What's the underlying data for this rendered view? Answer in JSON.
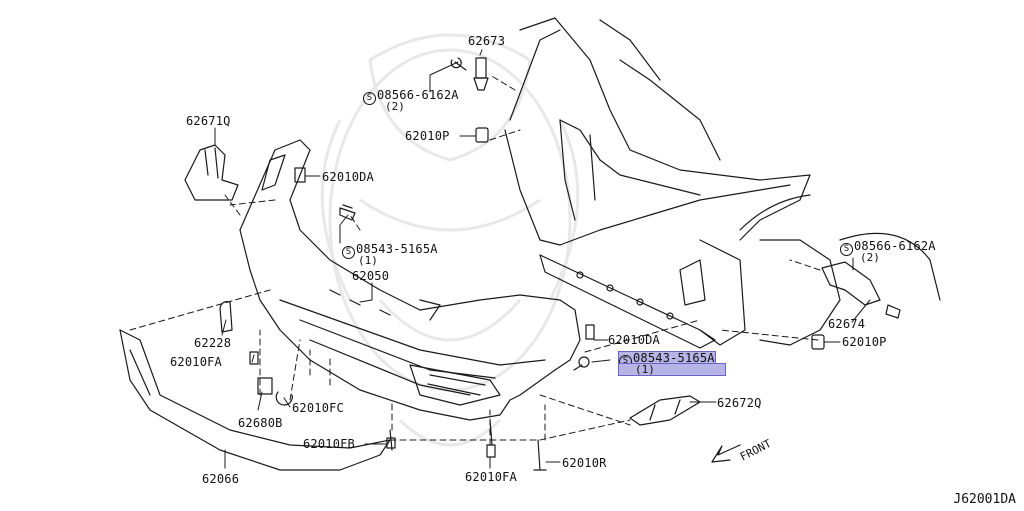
{
  "diagram_id": "J62001DA",
  "front_label": "FRONT",
  "bolt_symbol": "S",
  "colors": {
    "line": "#1a1a1a",
    "watermark": "#e6e6e6",
    "highlight": "#b8b4e6"
  },
  "parts": {
    "p62673": "62673",
    "p08566_top": "08566-6162A",
    "p08566_top_qty": "(2)",
    "p62010P_top": "62010P",
    "p62671Q": "62671Q",
    "p62010DA_top": "62010DA",
    "p08543_left": "08543-5165A",
    "p08543_left_qty": "(1)",
    "p62050": "62050",
    "p62228": "62228",
    "p62010FA_left": "62010FA",
    "p62680B": "62680B",
    "p62010FC": "62010FC",
    "p62010FB": "62010FB",
    "p62066": "62066",
    "p62010FA_bottom": "62010FA",
    "p62010R": "62010R",
    "p62010DA_mid": "62010DA",
    "p08543_right": "08543-5165A",
    "p08543_right_qty": "(1)",
    "p62672Q": "62672Q",
    "p08566_right": "08566-6162A",
    "p08566_right_qty": "(2)",
    "p62674": "62674",
    "p62010P_right": "62010P"
  }
}
